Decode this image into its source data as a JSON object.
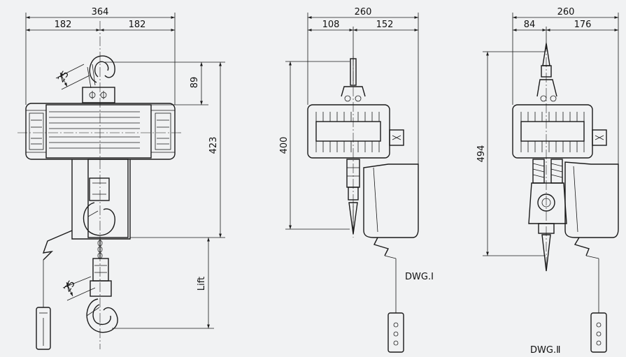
{
  "dimensions": {
    "view1_total_width": "364",
    "view1_half_left": "182",
    "view1_half_right": "182",
    "view1_top_height": "89",
    "view1_body_height": "423",
    "view1_hook_top": "25",
    "view1_hook_bottom": "25",
    "view1_lift": "Lift",
    "view2_total_width": "260",
    "view2_left_width": "108",
    "view2_right_width": "152",
    "view2_height": "400",
    "view3_total_width": "260",
    "view3_left_width": "84",
    "view3_right_width": "176",
    "view3_height": "494"
  },
  "labels": {
    "dwg1": "DWG.Ⅰ",
    "dwg2": "DWG.Ⅱ"
  },
  "colors": {
    "background": "#f1f2f3",
    "line": "#1a1a1a"
  }
}
